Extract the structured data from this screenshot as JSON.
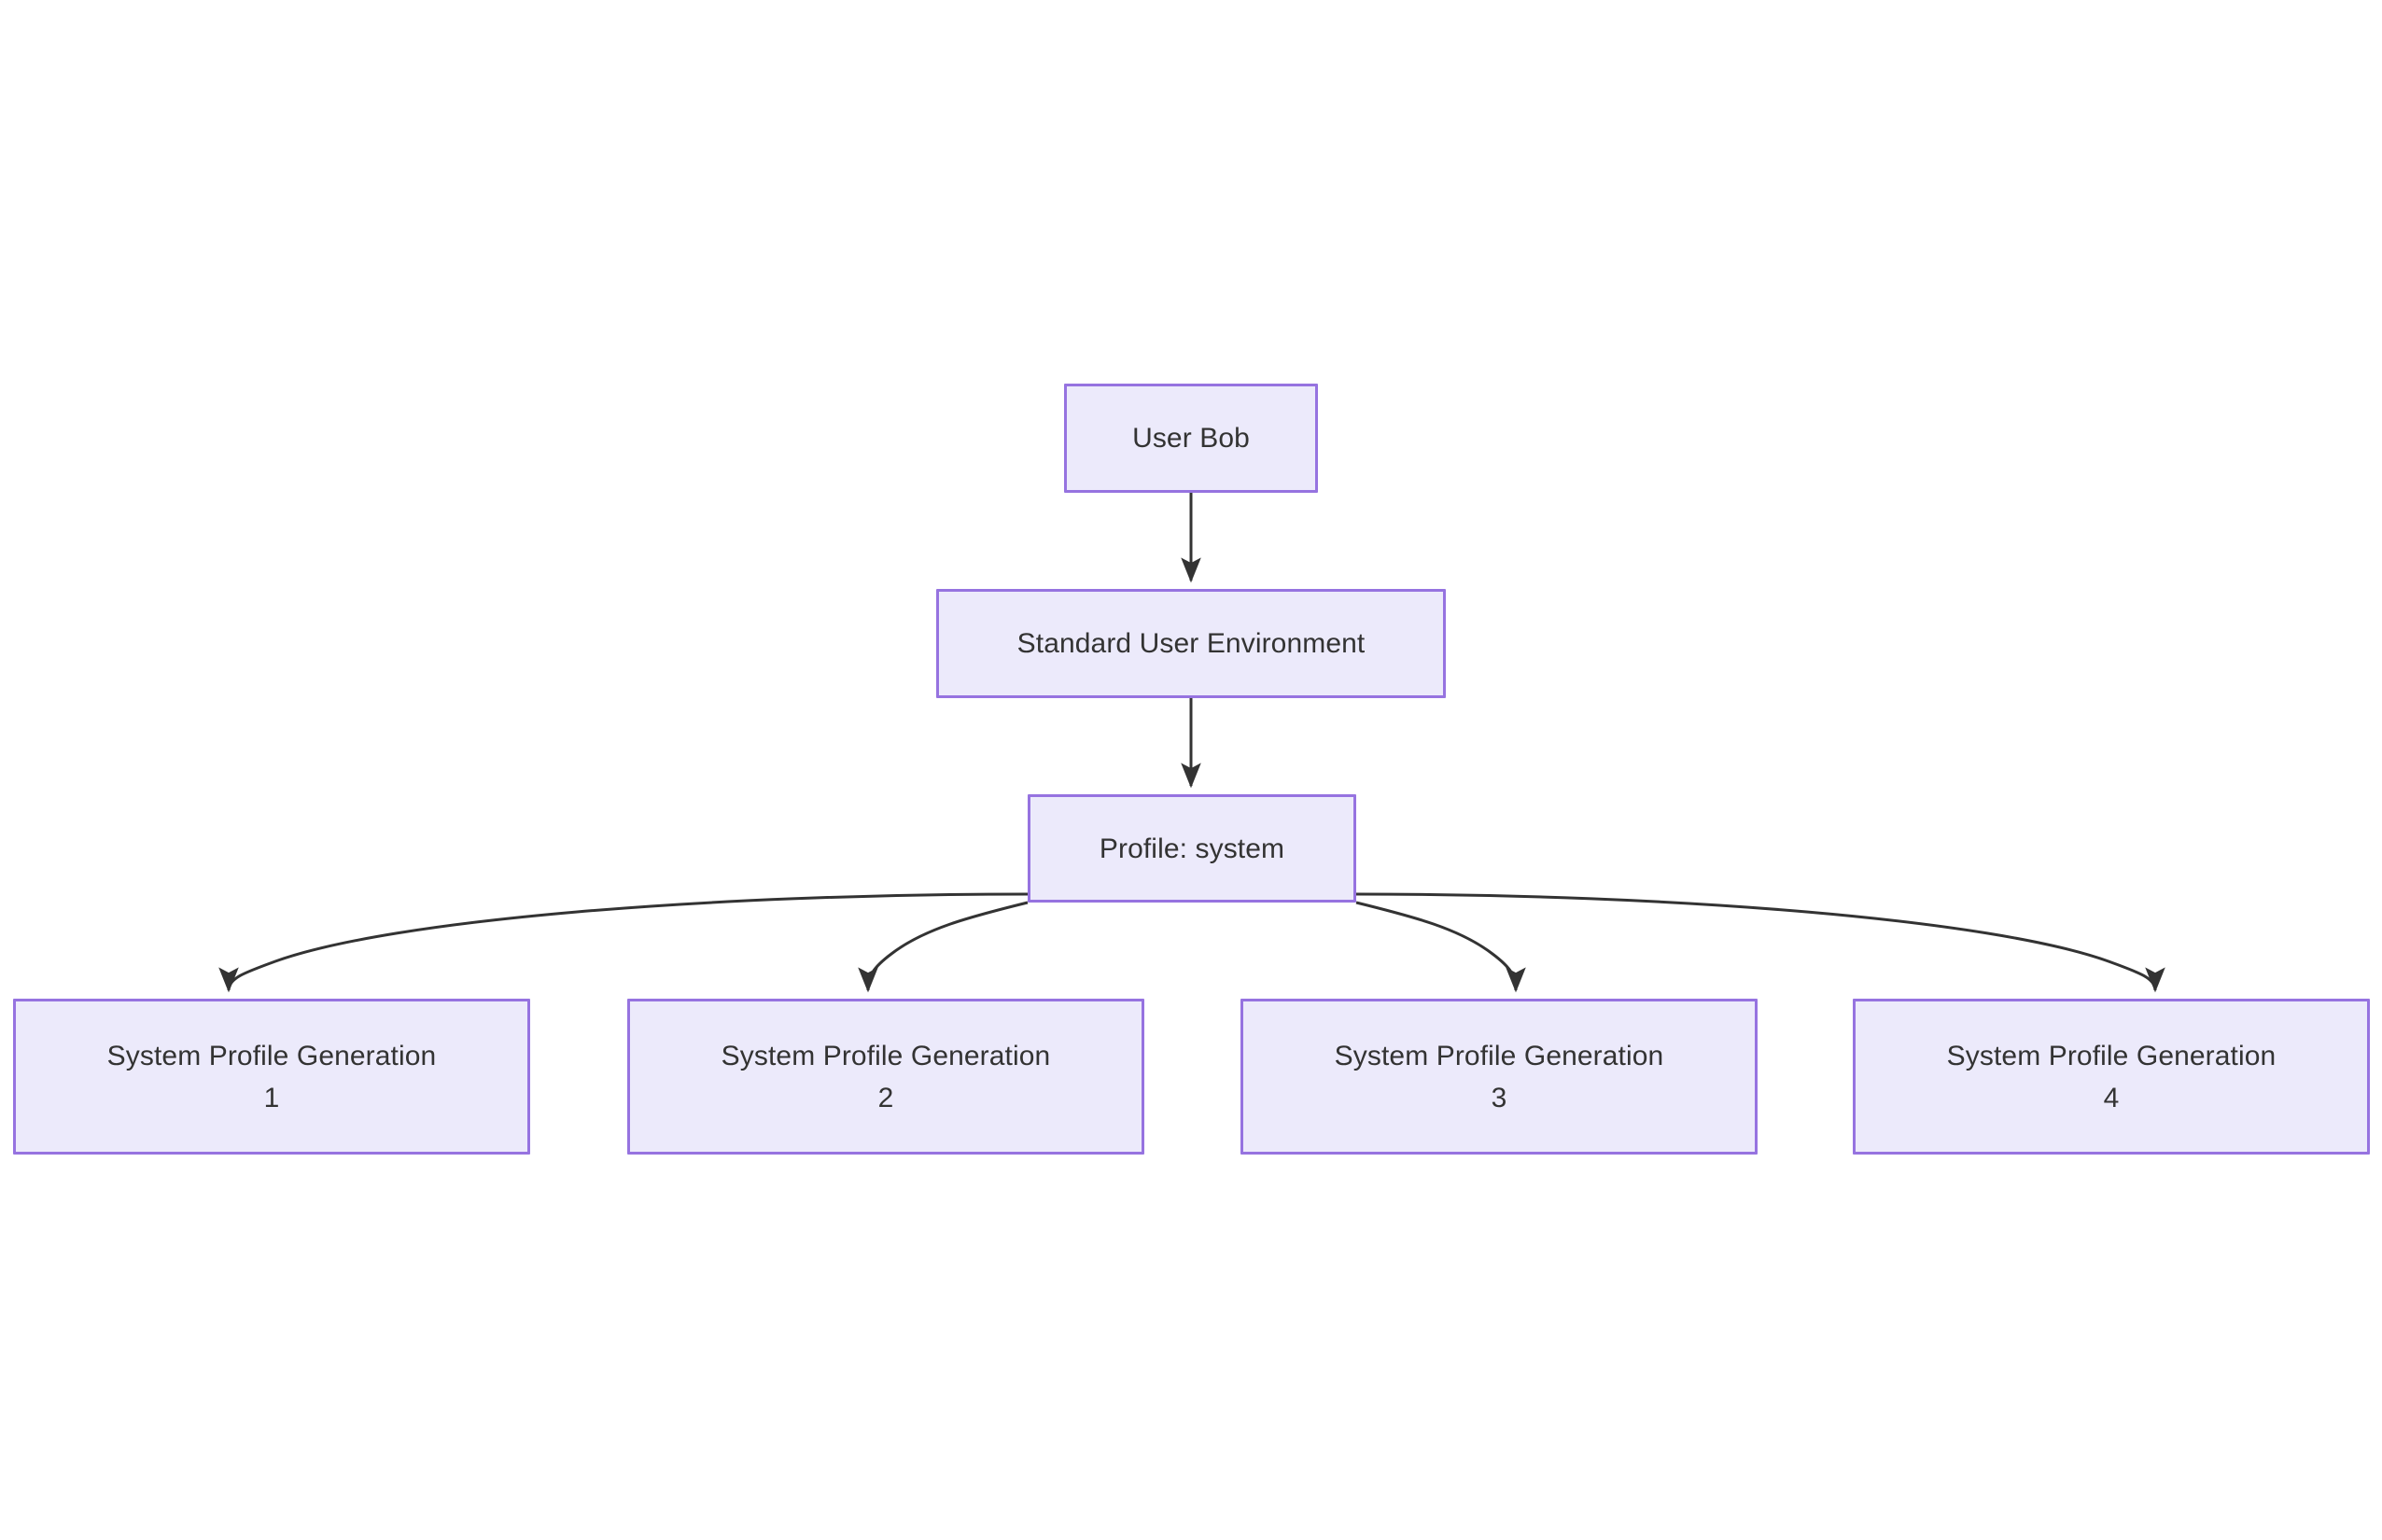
{
  "diagram": {
    "type": "flowchart",
    "direction": "top-down",
    "background_color": "#ffffff",
    "node_fill_color": "#eceafb",
    "node_border_color": "#9673e0",
    "node_text_color": "#333333",
    "edge_color": "#333333",
    "nodes": [
      {
        "id": "user-bob",
        "label": "User Bob"
      },
      {
        "id": "environment",
        "label": "Standard User Environment"
      },
      {
        "id": "profile",
        "label": "Profile: system"
      },
      {
        "id": "gen-1",
        "label": "System Profile Generation\n1"
      },
      {
        "id": "gen-2",
        "label": "System Profile Generation\n2"
      },
      {
        "id": "gen-3",
        "label": "System Profile Generation\n3"
      },
      {
        "id": "gen-4",
        "label": "System Profile Generation\n4"
      }
    ],
    "edges": [
      {
        "from": "user-bob",
        "to": "environment",
        "arrow": "end"
      },
      {
        "from": "environment",
        "to": "profile",
        "arrow": "end"
      },
      {
        "from": "profile",
        "to": "gen-1",
        "arrow": "end"
      },
      {
        "from": "profile",
        "to": "gen-2",
        "arrow": "end"
      },
      {
        "from": "profile",
        "to": "gen-3",
        "arrow": "end"
      },
      {
        "from": "profile",
        "to": "gen-4",
        "arrow": "end"
      }
    ]
  }
}
